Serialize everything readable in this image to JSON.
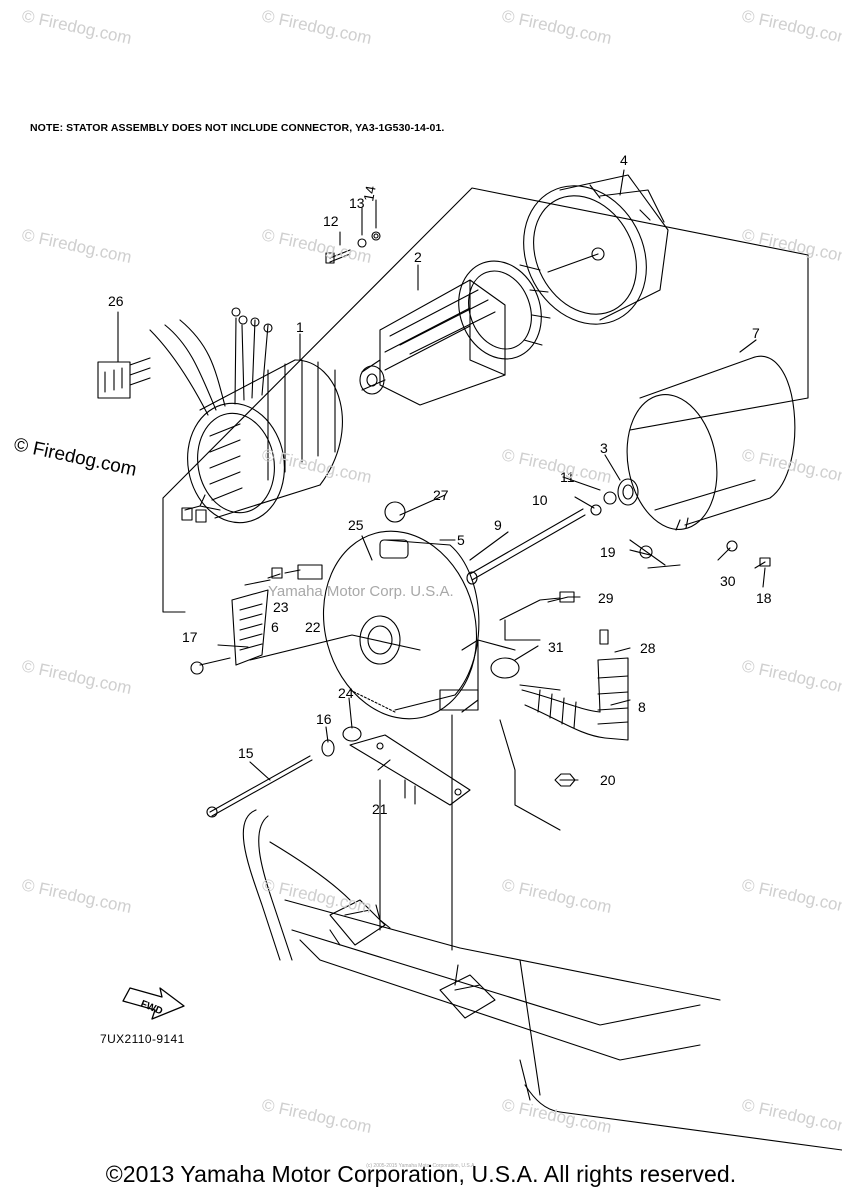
{
  "note": "NOTE: STATOR ASSEMBLY DOES NOT INCLUDE CONNECTOR, YA3-1G530-14-01.",
  "figure_code": "7UX2110-9141",
  "fwd_label": "FWD",
  "copyright": "©2013 Yamaha Motor Corporation, U.S.A. All rights reserved.",
  "fine_print": "(c) 2005-2015 Yamaha Motor Corporation, U.S.A.",
  "watermark": "© Firedog.com",
  "inner_watermark": "Yamaha Motor Corp. U.S.A.",
  "callouts": [
    "1",
    "2",
    "3",
    "4",
    "5",
    "6",
    "7",
    "8",
    "9",
    "10",
    "11",
    "12",
    "13",
    "14",
    "15",
    "16",
    "17",
    "18",
    "19",
    "20",
    "21",
    "22",
    "23",
    "24",
    "25",
    "26",
    "27",
    "28",
    "29",
    "30",
    "31"
  ]
}
